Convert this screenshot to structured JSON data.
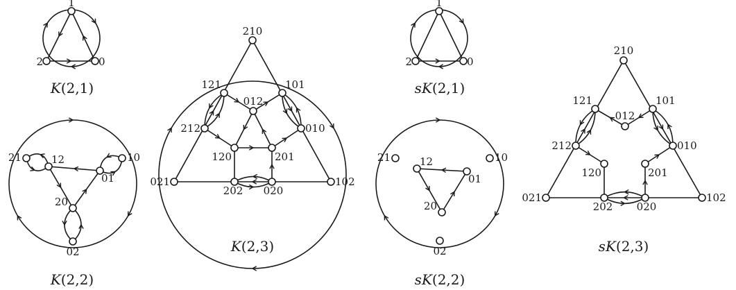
{
  "graphs": [
    {
      "id": "k21",
      "caption": {
        "name": "K",
        "prefix": "",
        "args": "(2,1)"
      },
      "nodes": [
        {
          "id": "1",
          "label": "1"
        },
        {
          "id": "2",
          "label": "2"
        },
        {
          "id": "0",
          "label": "0"
        }
      ]
    },
    {
      "id": "k22",
      "caption": {
        "name": "K",
        "prefix": "",
        "args": "(2,2)"
      },
      "nodes": [
        {
          "id": "21",
          "label": "21"
        },
        {
          "id": "12",
          "label": "12"
        },
        {
          "id": "10",
          "label": "10"
        },
        {
          "id": "01",
          "label": "01"
        },
        {
          "id": "20",
          "label": "20"
        },
        {
          "id": "02",
          "label": "02"
        }
      ]
    },
    {
      "id": "k23",
      "caption": {
        "name": "K",
        "prefix": "",
        "args": "(2,3)"
      },
      "nodes": [
        {
          "id": "210",
          "label": "210"
        },
        {
          "id": "121",
          "label": "121"
        },
        {
          "id": "012",
          "label": "012"
        },
        {
          "id": "101",
          "label": "101"
        },
        {
          "id": "212",
          "label": "212"
        },
        {
          "id": "010",
          "label": "010"
        },
        {
          "id": "120",
          "label": "120"
        },
        {
          "id": "201",
          "label": "201"
        },
        {
          "id": "021",
          "label": "021"
        },
        {
          "id": "202",
          "label": "202"
        },
        {
          "id": "020",
          "label": "020"
        },
        {
          "id": "102",
          "label": "102"
        }
      ]
    },
    {
      "id": "sk21",
      "caption": {
        "name": "K",
        "prefix": "s",
        "args": "(2,1)"
      },
      "nodes": [
        {
          "id": "1",
          "label": "1"
        },
        {
          "id": "2",
          "label": "2"
        },
        {
          "id": "0",
          "label": "0"
        }
      ]
    },
    {
      "id": "sk22",
      "caption": {
        "name": "K",
        "prefix": "s",
        "args": "(2,2)"
      },
      "nodes": [
        {
          "id": "21",
          "label": "21"
        },
        {
          "id": "12",
          "label": "12"
        },
        {
          "id": "10",
          "label": "10"
        },
        {
          "id": "01",
          "label": "01"
        },
        {
          "id": "20",
          "label": "20"
        },
        {
          "id": "02",
          "label": "02"
        }
      ]
    },
    {
      "id": "sk23",
      "caption": {
        "name": "K",
        "prefix": "s",
        "args": "(2,3)"
      },
      "nodes": [
        {
          "id": "210",
          "label": "210"
        },
        {
          "id": "121",
          "label": "121"
        },
        {
          "id": "012",
          "label": "012"
        },
        {
          "id": "101",
          "label": "101"
        },
        {
          "id": "212",
          "label": "212"
        },
        {
          "id": "010",
          "label": "010"
        },
        {
          "id": "120",
          "label": "120"
        },
        {
          "id": "201",
          "label": "201"
        },
        {
          "id": "021",
          "label": "021"
        },
        {
          "id": "202",
          "label": "202"
        },
        {
          "id": "020",
          "label": "020"
        },
        {
          "id": "102",
          "label": "102"
        }
      ]
    }
  ]
}
